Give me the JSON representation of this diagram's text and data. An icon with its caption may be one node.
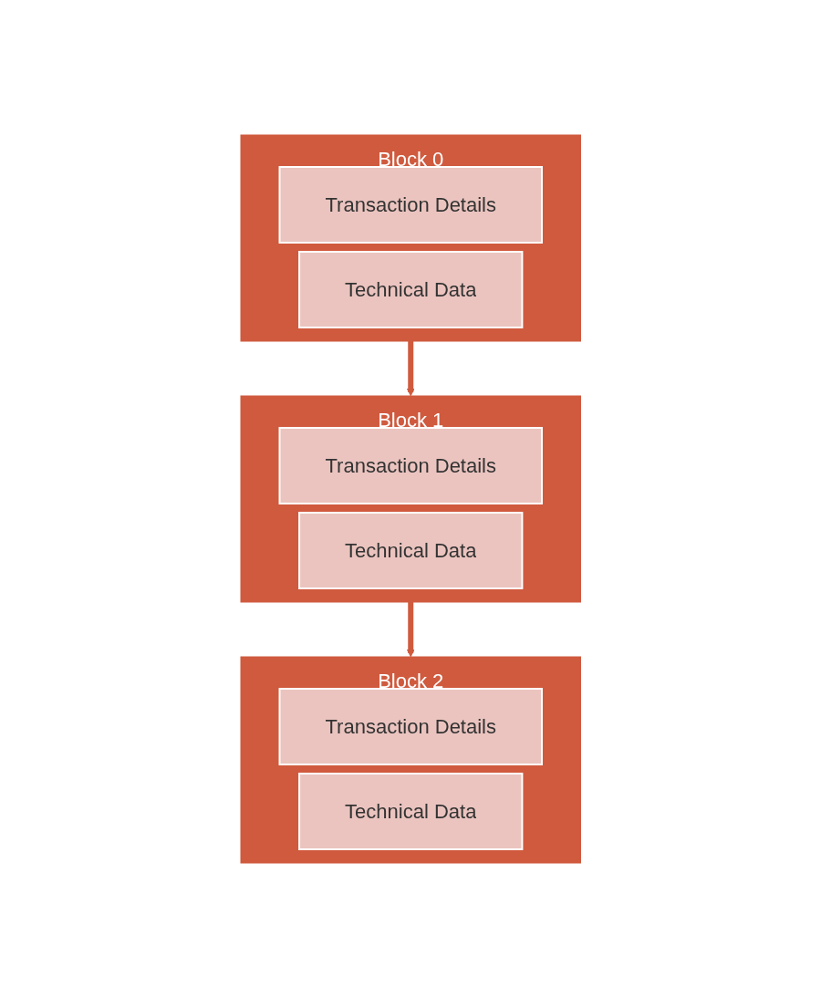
{
  "diagram": {
    "nodes": [
      {
        "text": [
          "Block 0"
        ]
      },
      {
        "text": [
          "Transaction Details"
        ],
        "in": 0
      },
      {
        "text": [
          "Technical Data"
        ],
        "in": 0
      },
      {
        "text": [
          "Block 1"
        ]
      },
      {
        "text": [
          "Transaction Details"
        ],
        "in": 3
      },
      {
        "text": [
          "Technical Data"
        ],
        "in": 3
      },
      {
        "text": [
          "Block 2"
        ]
      },
      {
        "text": [
          "Transaction Details"
        ],
        "in": 6
      },
      {
        "text": [
          "Technical Data"
        ],
        "in": 6
      }
    ],
    "edges": [
      {
        "from": 0,
        "to": 3,
        "arrow": "to"
      },
      {
        "from": 3,
        "to": 6,
        "arrow": "to"
      }
    ]
  }
}
